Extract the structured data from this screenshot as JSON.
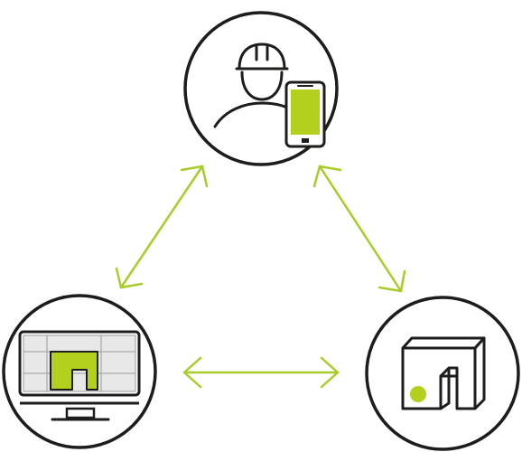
{
  "colors": {
    "outline": "#1d1d1b",
    "accent": "#b4d01e",
    "arrow": "#a8cc2a",
    "panel_fill": "#e8e8e8",
    "background": "#ffffff"
  },
  "nodes": [
    {
      "id": "worker",
      "icon": "worker-with-smartphone-icon"
    },
    {
      "id": "computer",
      "icon": "desktop-monitor-icon"
    },
    {
      "id": "component",
      "icon": "precast-component-icon"
    }
  ],
  "connections": [
    {
      "from": "worker",
      "to": "computer",
      "bidirectional": true
    },
    {
      "from": "worker",
      "to": "component",
      "bidirectional": true
    },
    {
      "from": "computer",
      "to": "component",
      "bidirectional": true
    }
  ]
}
